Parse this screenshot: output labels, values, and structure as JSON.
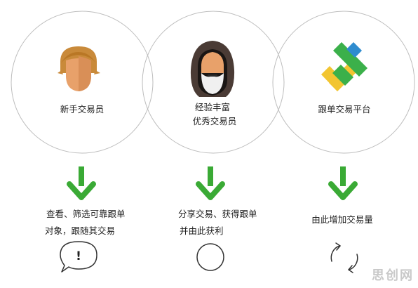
{
  "columns": [
    {
      "circle_label": [
        "新手交易员"
      ],
      "bottom_text": [
        "查看、筛选可靠跟单",
        "对象，跟随其交易"
      ],
      "bottom_icon": "speech-bubble-exclamation-icon",
      "bottom_icon_glyph": "!"
    },
    {
      "circle_label": [
        "经验丰富",
        "优秀交易员"
      ],
      "bottom_text": [
        "分享交易、获得跟单",
        "并由此获利"
      ],
      "bottom_icon": "circle-icon"
    },
    {
      "circle_label": [
        "跟单交易平台"
      ],
      "bottom_text": [
        "由此增加交易量"
      ],
      "bottom_icon": "refresh-cycle-icon"
    }
  ],
  "colors": {
    "arrow": "#3aaa35",
    "circle_stroke": "#bdbdbd",
    "icon_stroke": "#333333",
    "hair": "#c98a3a",
    "skin": "#e8a16a",
    "hood": "#4a3b35",
    "logo_green": "#3bb04a",
    "logo_yellow": "#f2c531",
    "logo_blue": "#2f8ccf"
  },
  "watermark": "思创网"
}
